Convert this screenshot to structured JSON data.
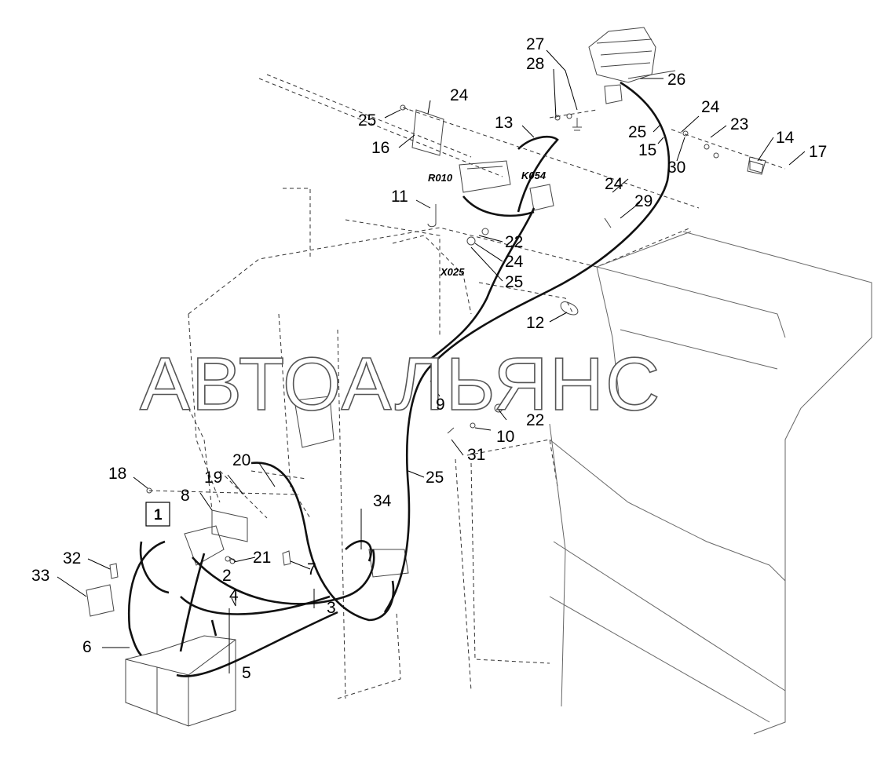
{
  "watermark": "АВТОАЛЬЯНС",
  "connectors": {
    "r010": "R010",
    "k054": "K054",
    "x025": "X025"
  },
  "callout_box": "1",
  "parts": {
    "p1": "27",
    "p2": "28",
    "p3": "26",
    "p4": "24",
    "p5": "25",
    "p6": "13",
    "p7": "16",
    "p8": "24",
    "p9": "25",
    "p10": "23",
    "p11": "14",
    "p12": "17",
    "p13": "15",
    "p14": "30",
    "p15": "24",
    "p16": "29",
    "p17": "11",
    "p18": "22",
    "p19": "24",
    "p20": "25",
    "p21": "12",
    "p22": "9",
    "p23": "22",
    "p24": "10",
    "p25": "31",
    "p26": "25",
    "p27": "20",
    "p28": "19",
    "p29": "18",
    "p30": "8",
    "p31": "34",
    "p32": "2",
    "p33": "21",
    "p34": "7",
    "p35": "32",
    "p36": "33",
    "p37": "4",
    "p38": "3",
    "p39": "6",
    "p40": "5"
  },
  "colors": {
    "line": "#000000",
    "background": "#ffffff",
    "watermark_stroke": "#555555"
  }
}
